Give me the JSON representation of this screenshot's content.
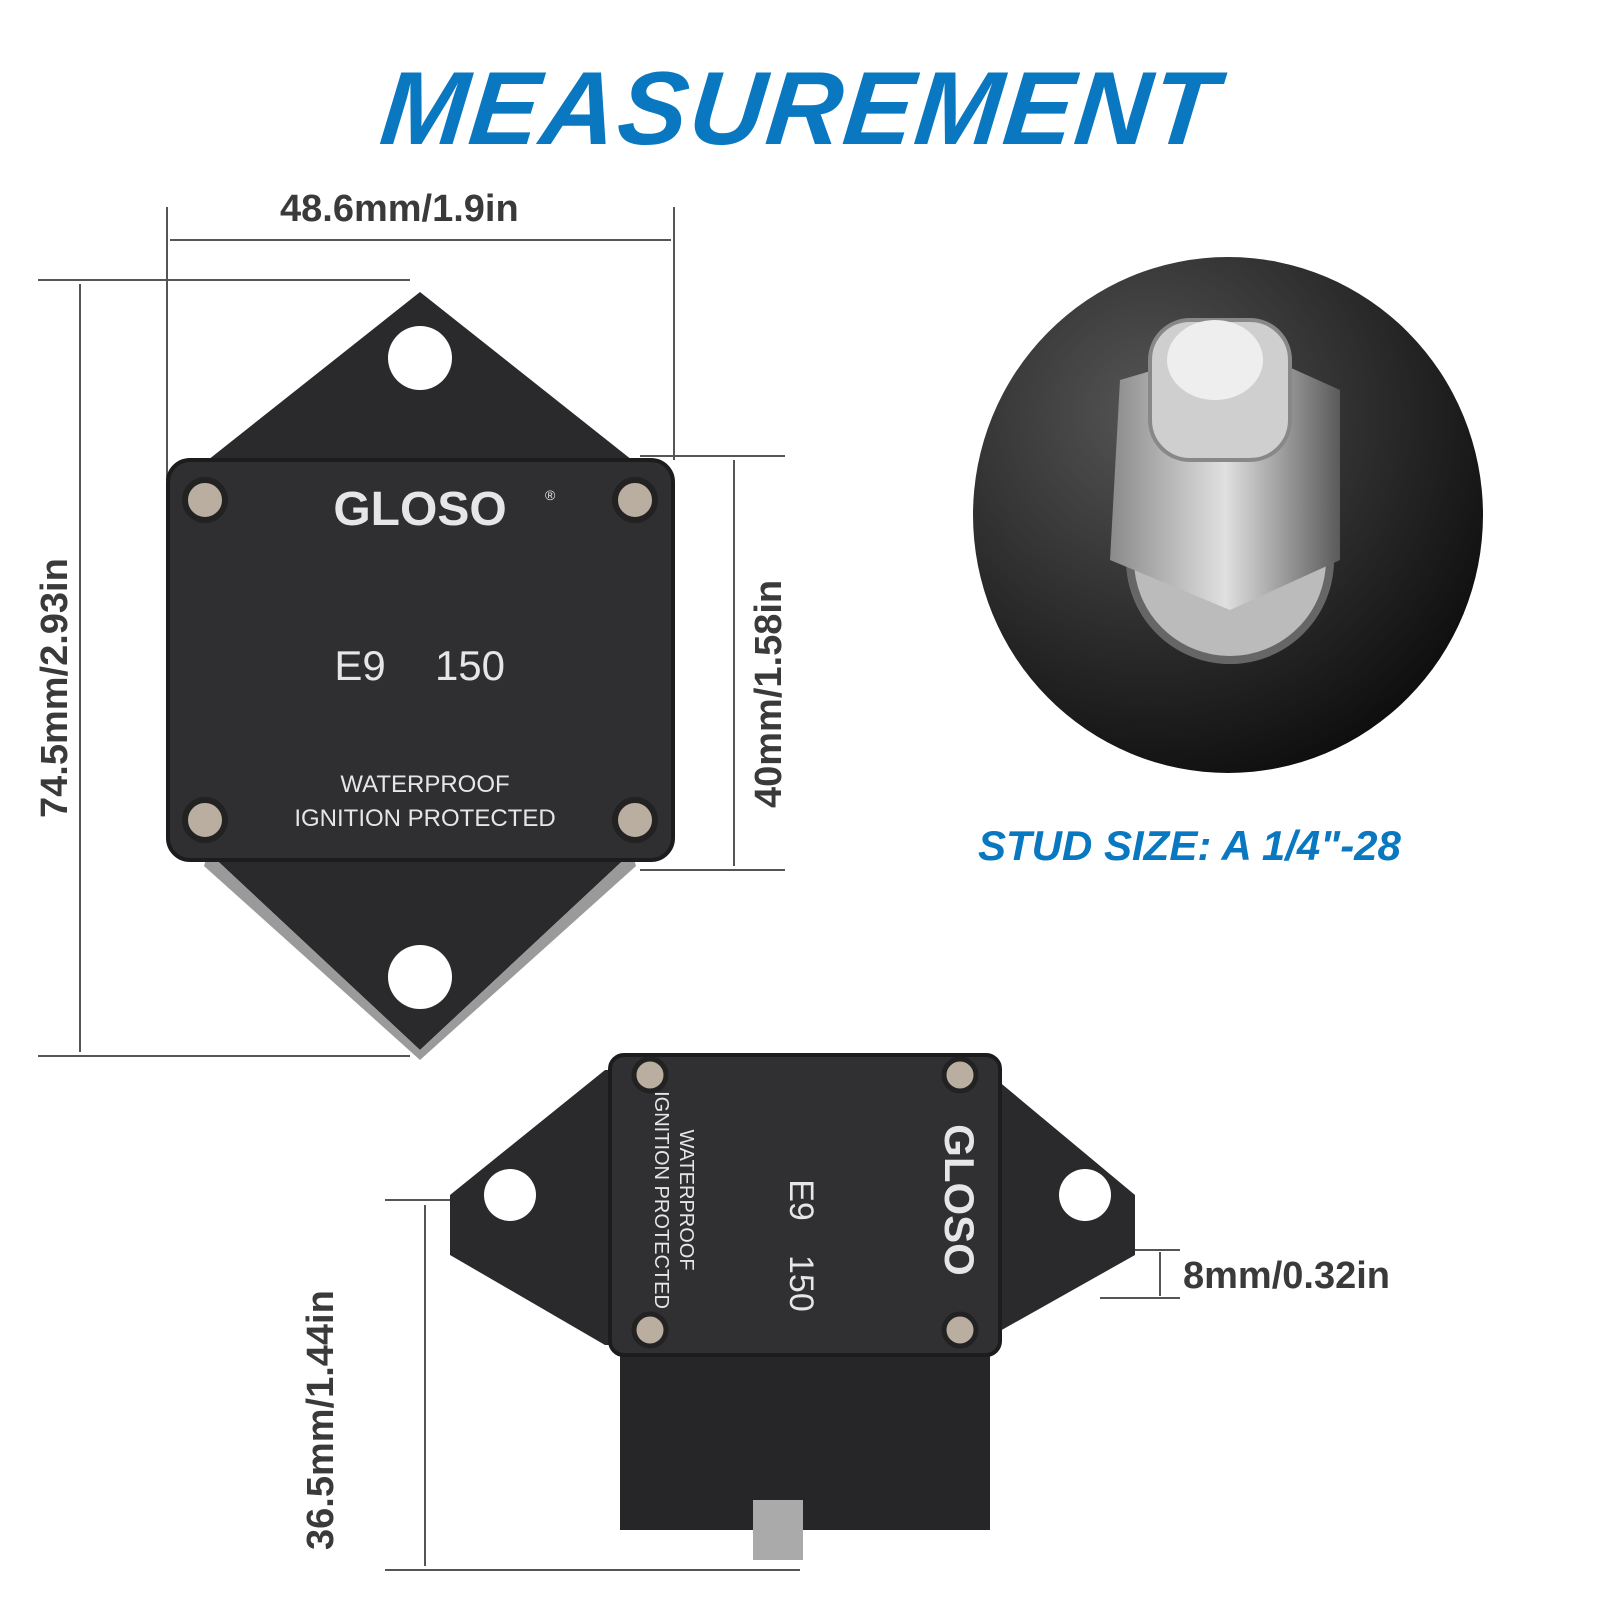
{
  "title": "MEASUREMENT",
  "dimensions": {
    "width": "48.6mm/1.9in",
    "height": "74.5mm/2.93in",
    "body_height": "40mm/1.58in",
    "depth": "36.5mm/1.44in",
    "flange": "8mm/0.32in"
  },
  "stud_size": "STUD SIZE: A 1/4\"-28",
  "product": {
    "brand": "GLOSO",
    "registered": "®",
    "model": "E9",
    "rating": "150",
    "line1": "WATERPROOF",
    "line2": "IGNITION  PROTECTED"
  },
  "colors": {
    "accent": "#0a78c0",
    "body": "#2b2b2d",
    "dim_text": "#3a3a3a"
  }
}
